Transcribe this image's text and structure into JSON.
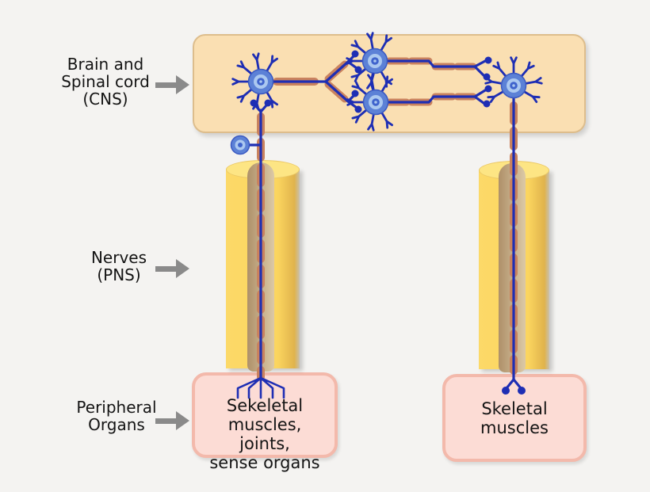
{
  "labels": {
    "cns": {
      "lines": [
        "Brain and",
        "Spinal cord",
        "(CNS)"
      ]
    },
    "pns": {
      "lines": [
        "Nerves",
        "(PNS)"
      ]
    },
    "organs": {
      "lines": [
        "Peripheral",
        "Organs"
      ]
    }
  },
  "organ_boxes": {
    "left": {
      "lines": [
        "Sekeletal muscles,",
        "joints,",
        "sense organs"
      ]
    },
    "right": {
      "lines": [
        "Skeletal muscles"
      ]
    }
  },
  "colors": {
    "background": "#f4f3f1",
    "cns_fill": "#fadfb2",
    "cns_border": "#ddbd8c",
    "nerve_fill": "#fbd55f",
    "nerve_cap": "#fde584",
    "nerve_edge": "#e0b34c",
    "nerve_channel_dark": "#ae9069",
    "nerve_channel_light": "#dcc9a6",
    "organ_fill": "#fcdcd5",
    "organ_border": "#f3b9ab",
    "axon": "#1e2eb4",
    "myelin": "#c9825e",
    "soma_outer": "#5c81d6",
    "soma_stroke": "#3a59c2",
    "soma_ring": "#abc8f0",
    "soma_core": "#3f63cc",
    "arrow": "#8a8a8a",
    "text": "#141414"
  }
}
